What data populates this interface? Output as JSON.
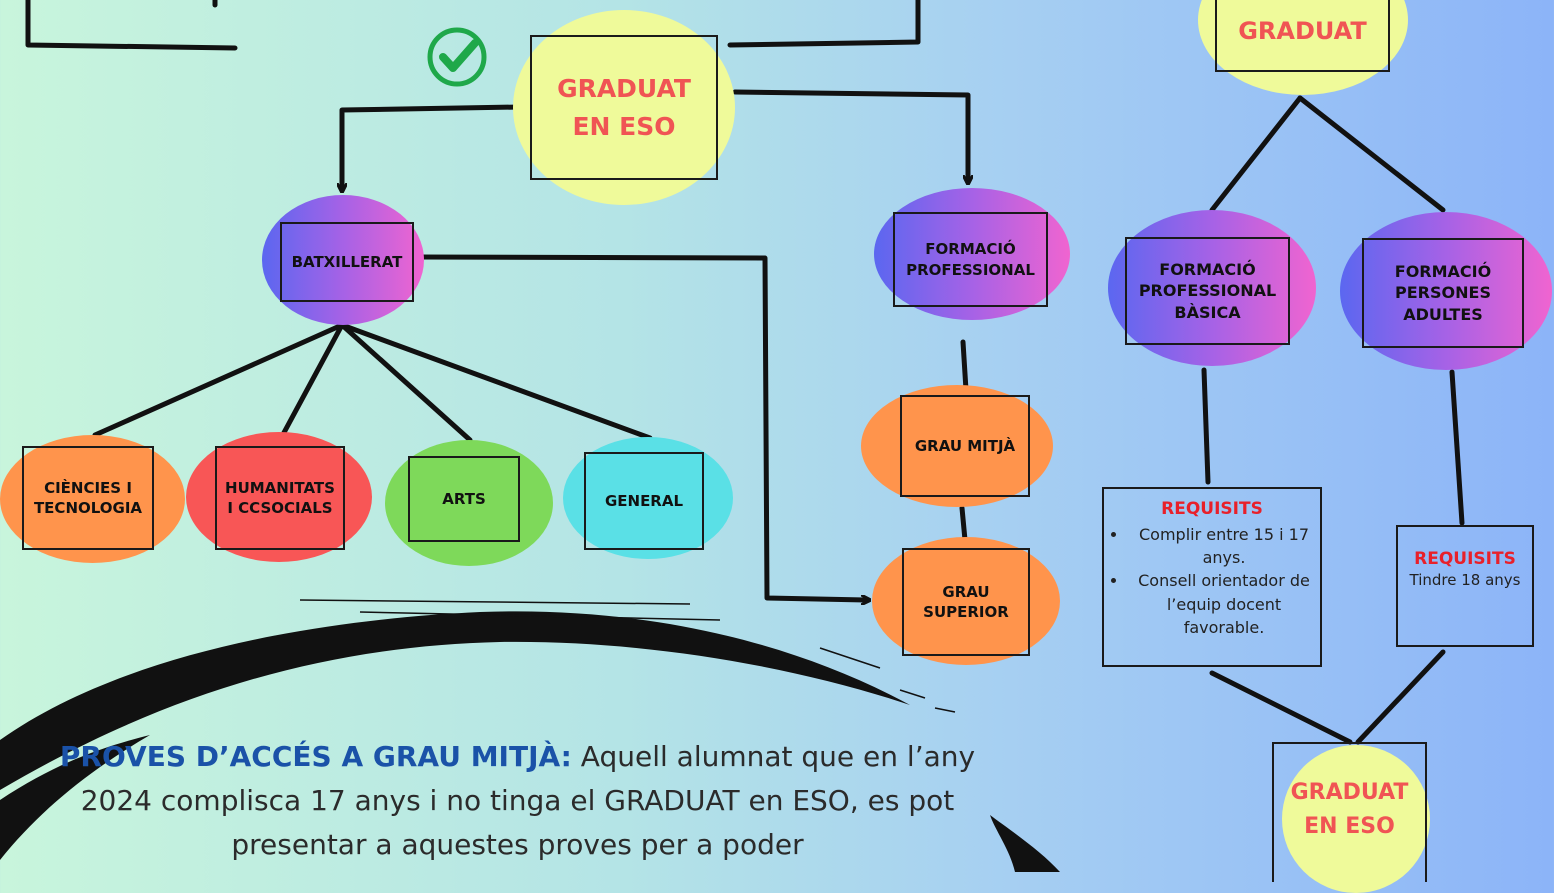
{
  "nodes": {
    "top_right_graduat": "GRADUAT",
    "graduat_eso_center": "GRADUAT\nEN ESO",
    "batxillerat": "BATXILLERAT",
    "formacio_professional": "FORMACIÓ\nPROFESSIONAL",
    "grau_mitja": "GRAU MITJÀ",
    "grau_superior": "GRAU\nSUPERIOR",
    "ciencies": "CIÈNCIES I\nTECNOLOGIA",
    "humanitats": "HUMANITATS\nI CCSOCIALS",
    "arts": "ARTS",
    "general": "GENERAL",
    "fp_basica": "FORMACIÓ\nPROFESSIONAL\nBÀSICA",
    "persones_adultes": "FORMACIÓ\nPERSONES\nADULTES",
    "graduat_eso_bottom": "GRADUAT\nEN ESO"
  },
  "requisits_fpb": {
    "title": "REQUISITS",
    "items": [
      "Complir entre 15 i 17 anys.",
      "Consell orientador de l’equip docent favorable."
    ]
  },
  "requisits_adults": {
    "title": "REQUISITS",
    "text": "Tindre 18 anys"
  },
  "bottom_text": {
    "highlight": "PROVES D’ACCÉS A GRAU MITJÀ:",
    "body": " Aquell alumnat que en l’any 2024 complisca 17 anys i no tinga el GRADUAT en ESO, es pot presentar a aquestes proves per a poder"
  },
  "colors": {
    "yellow": "#effa9a",
    "orange": "#ff944c",
    "red": "#f85656",
    "green": "#7ed95a",
    "cyan": "#5ae0e6",
    "check": "#1fa84a",
    "title_red": "#f05454",
    "highlight_blue": "#1a52a8"
  },
  "icons": {
    "check": "check-circle-icon"
  }
}
